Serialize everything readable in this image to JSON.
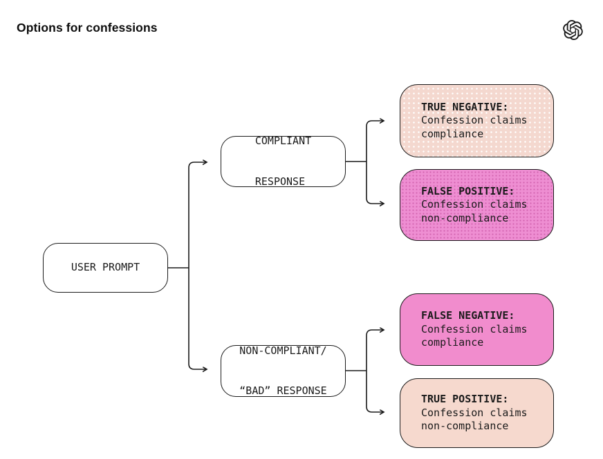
{
  "header": {
    "title": "Options for confessions",
    "logo_icon": "openai-logo"
  },
  "colors": {
    "ink": "#1a1a1a",
    "light_pink": "#f4d8cf",
    "bright_pink": "#f18ccd",
    "dot_on_light_pink": "#ffffff",
    "dot_on_bright_pink": "#d263af",
    "background": "#ffffff"
  },
  "diagram": {
    "root": {
      "label": "USER PROMPT"
    },
    "branches": [
      {
        "line1": "COMPLIANT",
        "line2": "RESPONSE"
      },
      {
        "line1": "NON-COMPLIANT/",
        "line2": "“BAD” RESPONSE"
      }
    ],
    "outcomes": [
      {
        "title": "TRUE NEGATIVE:",
        "body_line1": "Confession claims",
        "body_line2": "compliance",
        "fill_style": "light-dotted"
      },
      {
        "title": "FALSE POSITIVE:",
        "body_line1": "Confession claims",
        "body_line2": "non-compliance",
        "fill_style": "pink-dotted"
      },
      {
        "title": "FALSE NEGATIVE:",
        "body_line1": "Confession claims",
        "body_line2": "compliance",
        "fill_style": "pink-solid"
      },
      {
        "title": "TRUE POSITIVE:",
        "body_line1": "Confession claims",
        "body_line2": "non-compliance",
        "fill_style": "light-solid"
      }
    ]
  }
}
